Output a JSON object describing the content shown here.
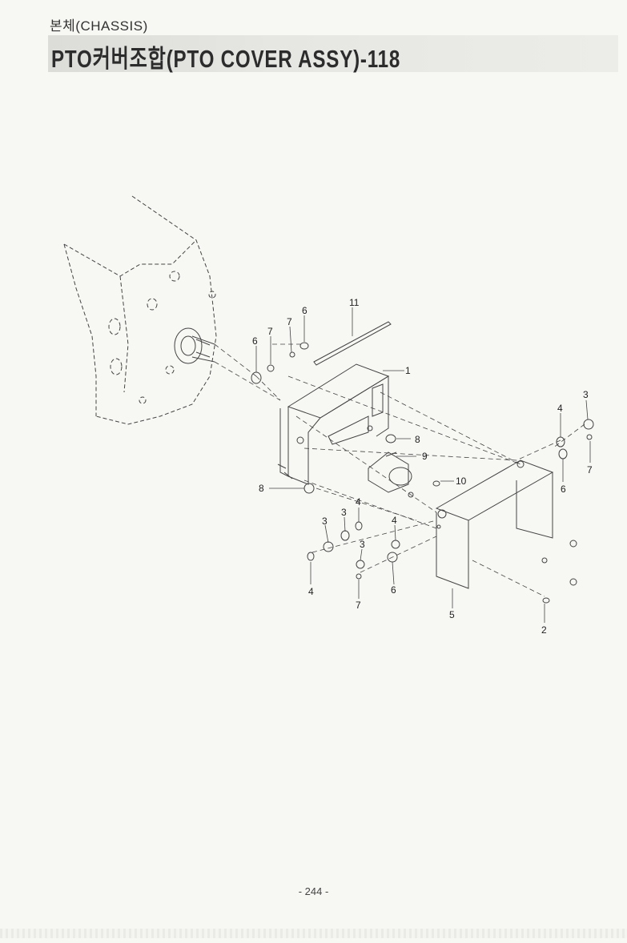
{
  "header": {
    "category": "본체(CHASSIS)",
    "title": "PTO커버조합(PTO COVER ASSY)-118"
  },
  "callouts": {
    "c1": "1",
    "c2": "2",
    "c3a": "3",
    "c3b": "3",
    "c3c": "3",
    "c3d": "3",
    "c4a": "4",
    "c4b": "4",
    "c4c": "4",
    "c4d": "4",
    "c5": "5",
    "c6a": "6",
    "c6b": "6",
    "c6c": "6",
    "c6d": "6",
    "c7a": "7",
    "c7b": "7",
    "c7c": "7",
    "c7d": "7",
    "c8a": "8",
    "c8b": "8",
    "c9": "9",
    "c10": "10",
    "c11": "11"
  },
  "footer": {
    "page_number": "- 244 -"
  }
}
